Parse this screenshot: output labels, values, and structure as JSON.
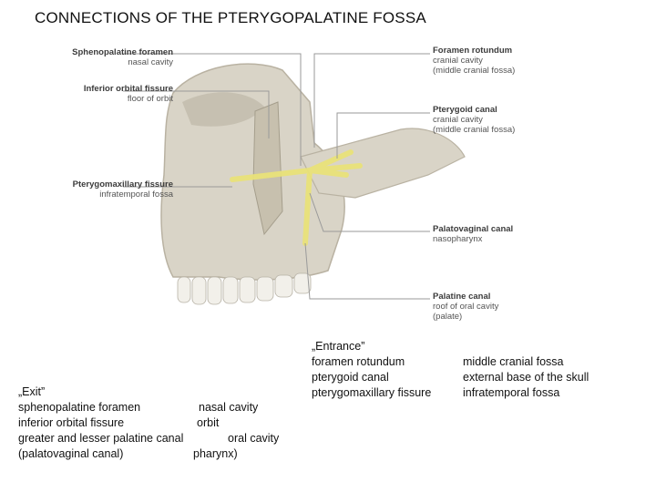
{
  "title": "CONNECTIONS OF THE PTERYGOPALATINE FOSSA",
  "figure_labels": {
    "left": [
      {
        "heading": "Sphenopalatine foramen",
        "sub": "nasal cavity"
      },
      {
        "heading": "Inferior orbital fissure",
        "sub": "floor of orbit"
      },
      {
        "heading": "Pterygomaxillary fissure",
        "sub": "infratemporal fossa"
      }
    ],
    "right": [
      {
        "heading": "Foramen rotundum",
        "sub1": "cranial cavity",
        "sub2": "(middle cranial fossa)"
      },
      {
        "heading": "Pterygoid canal",
        "sub1": "cranial cavity",
        "sub2": "(middle cranial fossa)"
      },
      {
        "heading": "Palatovaginal canal",
        "sub1": "nasopharynx",
        "sub2": ""
      },
      {
        "heading": "Palatine canal",
        "sub1": "roof of oral cavity (palate)",
        "sub2": ""
      }
    ]
  },
  "entrance": {
    "heading": "„Entrance”",
    "rows": [
      {
        "a": "foramen rotundum",
        "b": "middle cranial fossa"
      },
      {
        "a": "pterygoid canal",
        "b": "external base of the skull"
      },
      {
        "a": "pterygomaxillary fissure",
        "b": "infratemporal fossa"
      }
    ]
  },
  "exit": {
    "heading": "„Exit”",
    "rows": [
      {
        "a": "sphenopalatine foramen",
        "b": "nasal cavity"
      },
      {
        "a": "inferior orbital fissure",
        "b": "orbit"
      },
      {
        "a": "greater and lesser palatine canal",
        "b": "oral cavity"
      },
      {
        "a": "(palatovaginal canal)",
        "b": "pharynx)"
      }
    ]
  },
  "colors": {
    "bone": "#d9d4c7",
    "bone_shadow": "#b9b2a2",
    "canal": "#e9e27a",
    "line": "#9a9a9a"
  }
}
